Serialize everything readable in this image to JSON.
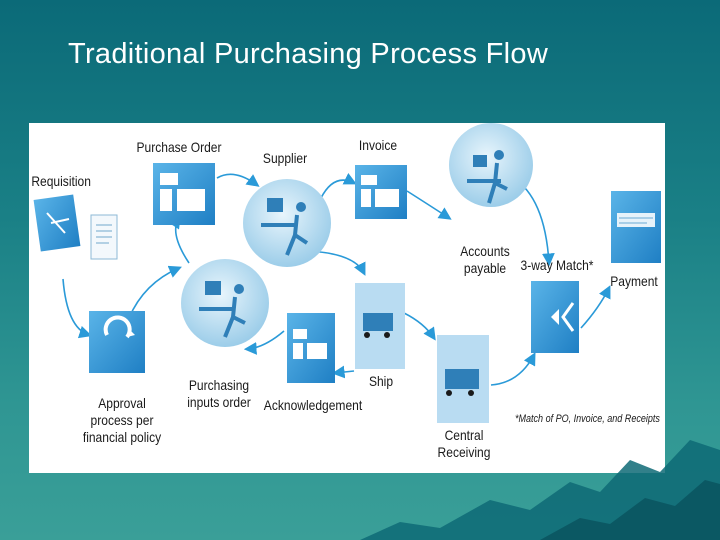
{
  "slide": {
    "title": "Traditional Purchasing Process Flow"
  },
  "labels": {
    "requisition": "Requisition",
    "purchase_order": "Purchase Order",
    "supplier": "Supplier",
    "invoice": "Invoice",
    "accounts_payable": "Accounts\npayable",
    "three_way_match": "3-way Match*",
    "payment": "Payment",
    "approval": "Approval\nprocess per\nfinancial policy",
    "purchasing_inputs": "Purchasing\ninputs order",
    "acknowledgement": "Acknowledgement",
    "ship": "Ship",
    "central_receiving": "Central\nReceiving",
    "footnote": "*Match of PO, Invoice, and Receipts"
  },
  "colors": {
    "accent": "#1f8fd6",
    "arrow": "#2a9ad8",
    "circle_fill": "#cfe8f6"
  }
}
